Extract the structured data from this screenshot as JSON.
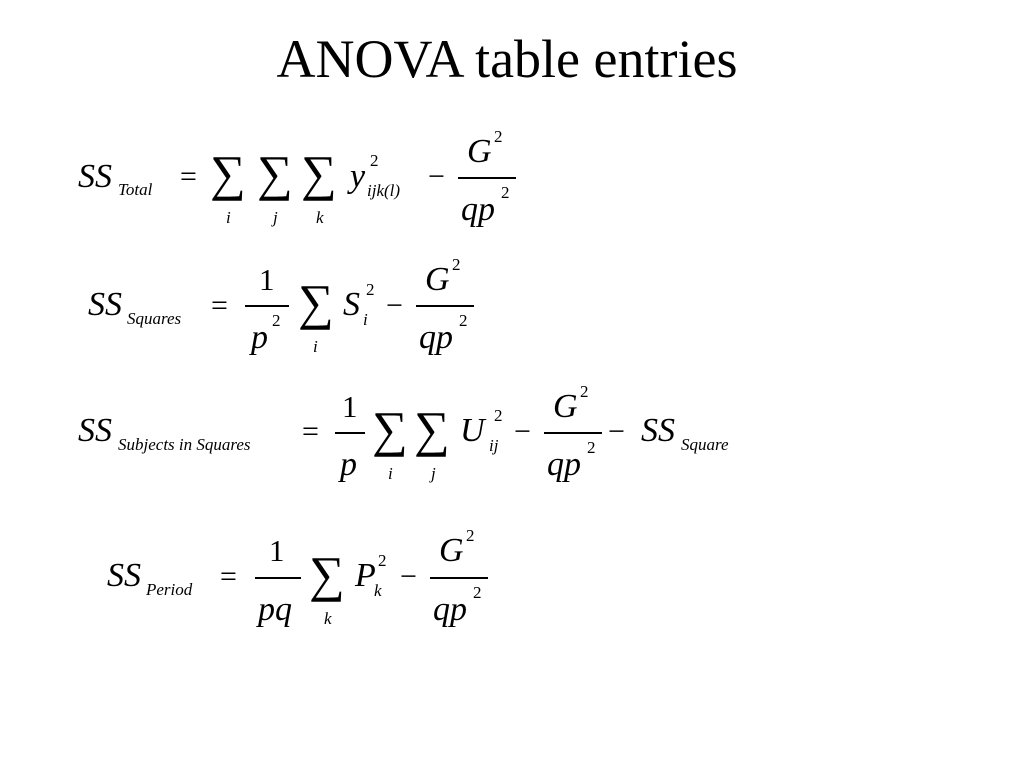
{
  "title": "ANOVA table entries",
  "equations": {
    "total": {
      "lhs": "SS",
      "lhs_sub": "Total",
      "eq": "=",
      "sum1": "∑",
      "sum2": "∑",
      "sum3": "∑",
      "idx1": "i",
      "idx2": "j",
      "idx3": "k",
      "term": "y",
      "term_sup": "2",
      "term_sub": "ijk(l)",
      "minus": "−",
      "num": "G",
      "num_sup": "2",
      "den": "qp",
      "den_sup": "2"
    },
    "squares": {
      "lhs": "SS",
      "lhs_sub": "Squares",
      "eq": "=",
      "frac_num": "1",
      "frac_den": "p",
      "frac_den_sup": "2",
      "sum": "∑",
      "idx": "i",
      "term": "S",
      "term_sup": "2",
      "term_sub": "i",
      "minus": "−",
      "num": "G",
      "num_sup": "2",
      "den": "qp",
      "den_sup": "2"
    },
    "subjects": {
      "lhs": "SS",
      "lhs_sub": "Subjects in Squares",
      "eq": "=",
      "frac_num": "1",
      "frac_den": "p",
      "sum1": "∑",
      "sum2": "∑",
      "idx1": "i",
      "idx2": "j",
      "term": "U",
      "term_sup": "2",
      "term_sub": "ij",
      "minus": "−",
      "num": "G",
      "num_sup": "2",
      "den": "qp",
      "den_sup": "2",
      "minus2": "−",
      "tail": "SS",
      "tail_sub": "Square"
    },
    "period": {
      "lhs": "SS",
      "lhs_sub": "Period",
      "eq": "=",
      "frac_num": "1",
      "frac_den": "pq",
      "sum": "∑",
      "idx": "k",
      "term": "P",
      "term_sup": "2",
      "term_sub": "k",
      "minus": "−",
      "num": "G",
      "num_sup": "2",
      "den": "qp",
      "den_sup": "2"
    }
  }
}
